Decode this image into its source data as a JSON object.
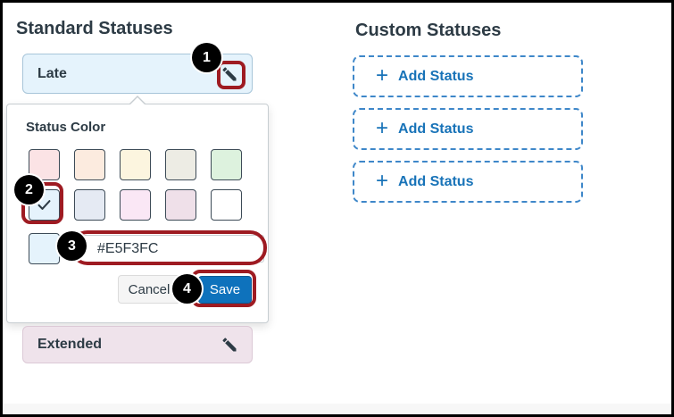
{
  "headings": {
    "standard": "Standard Statuses",
    "custom": "Custom Statuses"
  },
  "standard_statuses": [
    {
      "label": "Late",
      "color": "#E5F3FC",
      "border": "#A7C5D9"
    },
    {
      "label": "Extended",
      "color": "#EFE3EB",
      "border": "#DCC9D6"
    }
  ],
  "popover": {
    "title": "Status Color",
    "swatches": [
      {
        "color": "#FBE3E5",
        "selected": false
      },
      {
        "color": "#FCEBDF",
        "selected": false
      },
      {
        "color": "#FCF5DF",
        "selected": false
      },
      {
        "color": "#EDECE4",
        "selected": false
      },
      {
        "color": "#DDF2DE",
        "selected": false
      },
      {
        "color": "#E5F3FC",
        "selected": true
      },
      {
        "color": "#E5EAF3",
        "selected": false
      },
      {
        "color": "#FAE7F5",
        "selected": false
      },
      {
        "color": "#EFE0E9",
        "selected": false
      },
      {
        "color": "#FFFFFF",
        "selected": false
      }
    ],
    "preview_color": "#E5F3FC",
    "hex_input_value": "#E5F3FC",
    "cancel_label": "Cancel",
    "save_label": "Save"
  },
  "custom_statuses": {
    "plus_icon": "+",
    "add_label": "Add Status"
  },
  "annotations": {
    "steps": [
      "1",
      "2",
      "3",
      "4"
    ],
    "highlight_color": "#9E1B22"
  },
  "colors": {
    "text": "#2D3B45",
    "link_blue": "#1873B8",
    "save_blue": "#0E72BC",
    "dashed_border": "#3E87C9",
    "swatch_check": "#2D3B45"
  }
}
